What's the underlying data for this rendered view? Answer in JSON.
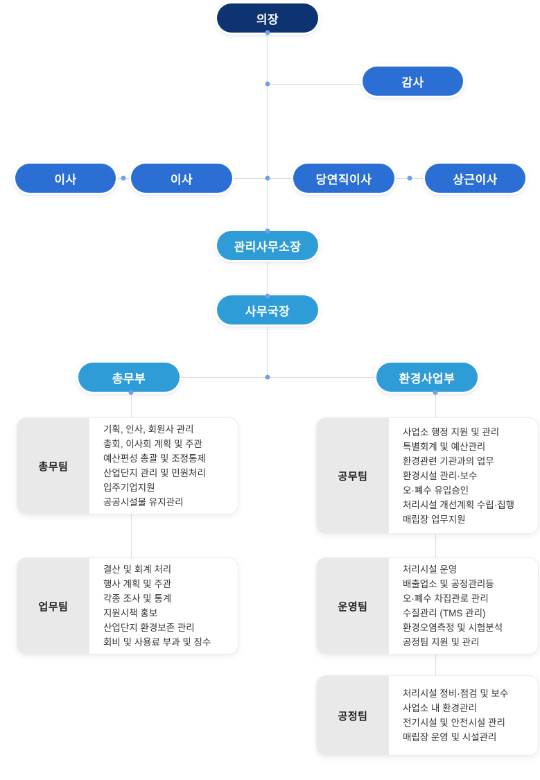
{
  "org": {
    "root": {
      "label": "의장"
    },
    "auditor": {
      "label": "감사"
    },
    "directors": [
      {
        "label": "이사"
      },
      {
        "label": "이사"
      },
      {
        "label": "당연직이사"
      },
      {
        "label": "상근이사"
      }
    ],
    "office_head": {
      "label": "관리사무소장"
    },
    "secretary_general": {
      "label": "사무국장"
    },
    "departments": [
      {
        "name": "총무부",
        "teams": [
          {
            "name": "총무팀",
            "duties": [
              "기획, 인사, 회원사 관리",
              "총회, 이사회 계획 및 주관",
              "예산편성 총괄 및 조정통제",
              "산업단지 관리 및 민원처리",
              "입주기업지원",
              "공공시설물 유지관리"
            ]
          },
          {
            "name": "업무팀",
            "duties": [
              "결산 및 회계 처리",
              "행사 계획 및 주관",
              "각종 조사 및 통계",
              "지원시책 홍보",
              "산업단지 환경보존 관리",
              "회비 및 사용료 부과 및 징수"
            ]
          }
        ]
      },
      {
        "name": "환경사업부",
        "teams": [
          {
            "name": "공무팀",
            "duties": [
              "사업소 행정 지원 및 관리",
              "특별회계 및 예산관리",
              "환경관련 기관과의 업무",
              "환경시설 관리·보수",
              "오·폐수 유입승인",
              "처리시설 개선계획 수립·집행",
              "매립장 업무지원"
            ]
          },
          {
            "name": "운영팀",
            "duties": [
              "처리시설 운영",
              "배출업소 및 공정관리등",
              "오·폐수 차집관로 관리",
              "수질관리 (TMS 관리)",
              "환경오염측정 및 시험분석",
              "공정팀 지원 및 관리"
            ]
          },
          {
            "name": "공정팀",
            "duties": [
              "처리시설 정비·점검 및 보수",
              "사업소 내 환경관리",
              "전기시설 및 안전시설 관리",
              "매립장 운영 및 시설관리"
            ]
          }
        ]
      }
    ],
    "colors": {
      "chairman_pill": "#0d3470",
      "director_pill": "#2b6fd4",
      "staff_pill": "#2e9cd6",
      "connector_line": "#dcdcdc",
      "junction_dot": "#6f9fee",
      "team_label_bg": "#e9e9e9"
    }
  }
}
